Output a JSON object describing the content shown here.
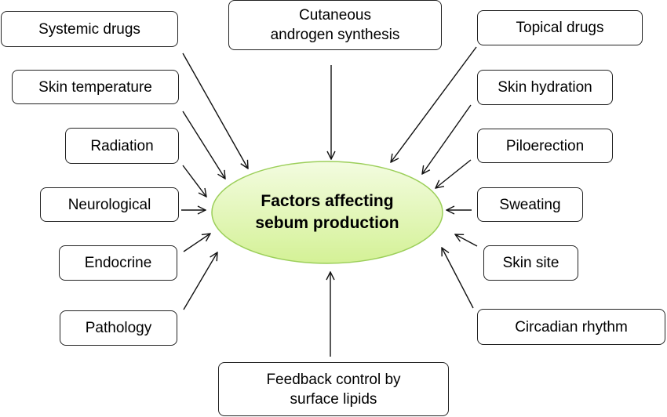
{
  "center": {
    "line1": "Factors affecting",
    "line2": "sebum production",
    "fill_top": "#f3fce0",
    "fill_bottom": "#d4f196",
    "border": "#9ccf5a"
  },
  "factors": {
    "systemic_drugs": "Systemic drugs",
    "skin_temperature": "Skin temperature",
    "radiation": "Radiation",
    "neurological": "Neurological",
    "endocrine": "Endocrine",
    "pathology": "Pathology",
    "cutaneous_line1": "Cutaneous",
    "cutaneous_line2": "androgen synthesis",
    "feedback_line1": "Feedback control by",
    "feedback_line2": "surface lipids",
    "topical_drugs": "Topical drugs",
    "skin_hydration": "Skin hydration",
    "piloerection": "Piloerection",
    "sweating": "Sweating",
    "skin_site": "Skin site",
    "circadian_rhythm": "Circadian rhythm"
  }
}
